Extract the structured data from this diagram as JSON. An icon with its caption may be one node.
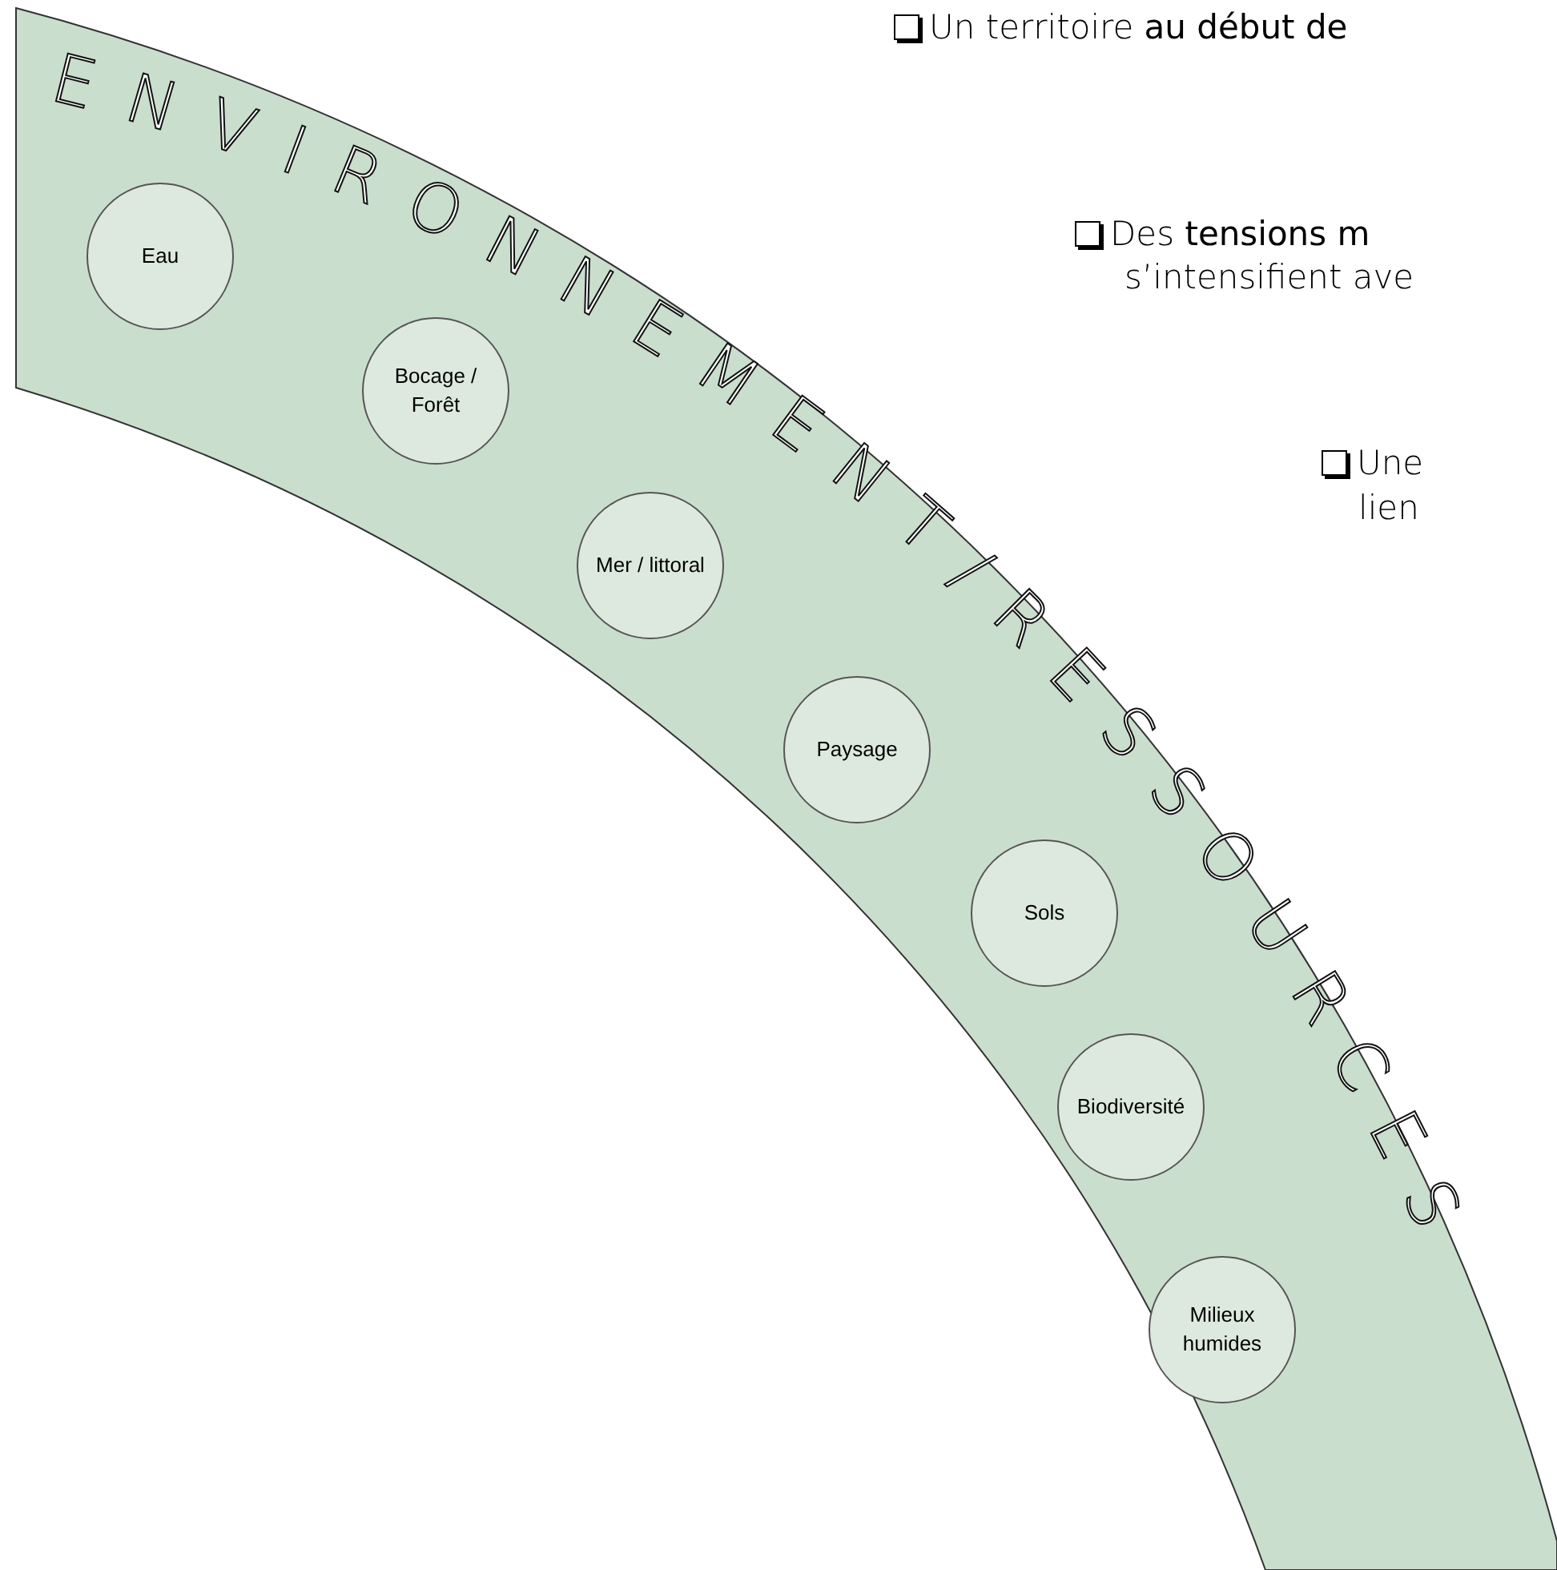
{
  "diagram": {
    "nodes": [
      {
        "text": [
          "ENVIRONNEMENT/RESSOURCES"
        ]
      },
      {
        "text": [
          "Eau"
        ],
        "in": 0
      },
      {
        "text": [
          "Bocage / Forêt"
        ],
        "in": 0
      },
      {
        "text": [
          "Mer / littoral"
        ],
        "in": 0
      },
      {
        "text": [
          "Paysage"
        ],
        "in": 0
      },
      {
        "text": [
          "Sols"
        ],
        "in": 0
      },
      {
        "text": [
          "Biodiversité"
        ],
        "in": 0
      },
      {
        "text": [
          "Milieux humides"
        ],
        "in": 0
      }
    ],
    "labels": [
      "Un territoire **au début de**",
      "Des **tensions m**",
      "s’intensifient ave",
      "Une",
      "lien"
    ]
  }
}
